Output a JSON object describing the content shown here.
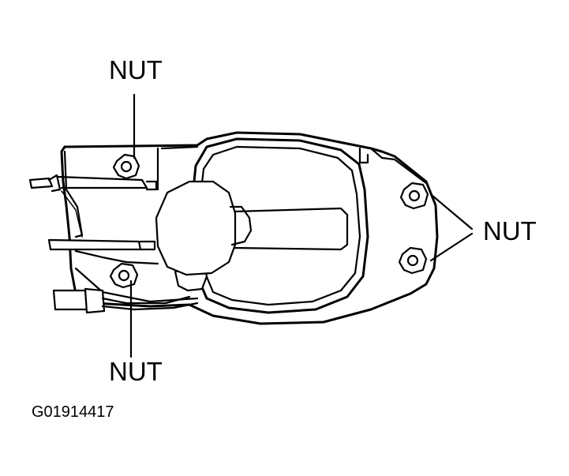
{
  "labels": {
    "nut_top": "NUT",
    "nut_bottom": "NUT",
    "nut_right": "NUT"
  },
  "figure_code": "G01914417",
  "colors": {
    "line": "#000000",
    "background": "#ffffff"
  }
}
